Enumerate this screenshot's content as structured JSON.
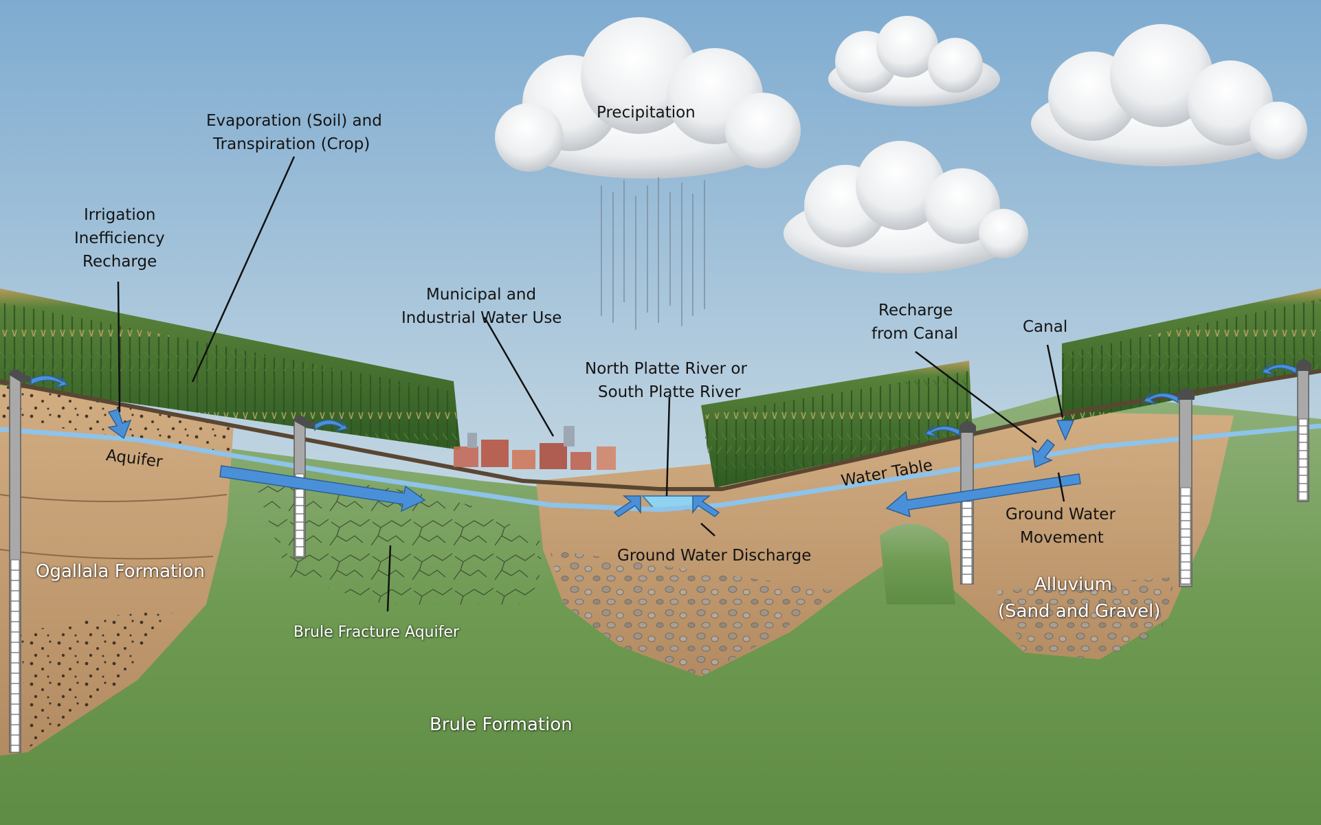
{
  "diagram": {
    "labels": {
      "precipitation": "Precipitation",
      "evaporation_line1": "Evaporation (Soil) and",
      "evaporation_line2": "Transpiration (Crop)",
      "irrigation_line1": "Irrigation",
      "irrigation_line2": "Inefficiency",
      "irrigation_line3": "Recharge",
      "municipal_line1": "Municipal and",
      "municipal_line2": "Industrial Water Use",
      "river_line1": "North Platte River or",
      "river_line2": "South Platte River",
      "recharge_canal_line1": "Recharge",
      "recharge_canal_line2": "from Canal",
      "canal": "Canal",
      "aquifer": "Aquifer",
      "water_table": "Water Table",
      "ground_water_discharge": "Ground Water Discharge",
      "gw_movement_line1": "Ground Water",
      "gw_movement_line2": "Movement",
      "ogallala_formation": "Ogallala Formation",
      "brule_fracture_aquifer": "Brule Fracture Aquifer",
      "alluvium_line1": "Alluvium",
      "alluvium_line2": "(Sand and Gravel)",
      "brule_formation": "Brule Formation"
    },
    "colors": {
      "sky_top": "#7eabd0",
      "sky_bottom": "#dfe9ee",
      "water": "#8ec3ea",
      "arrow": "#4a90d9",
      "soil": "#c9a37a",
      "ground": "#6e9a52",
      "crop": "#3e6b2c"
    }
  }
}
